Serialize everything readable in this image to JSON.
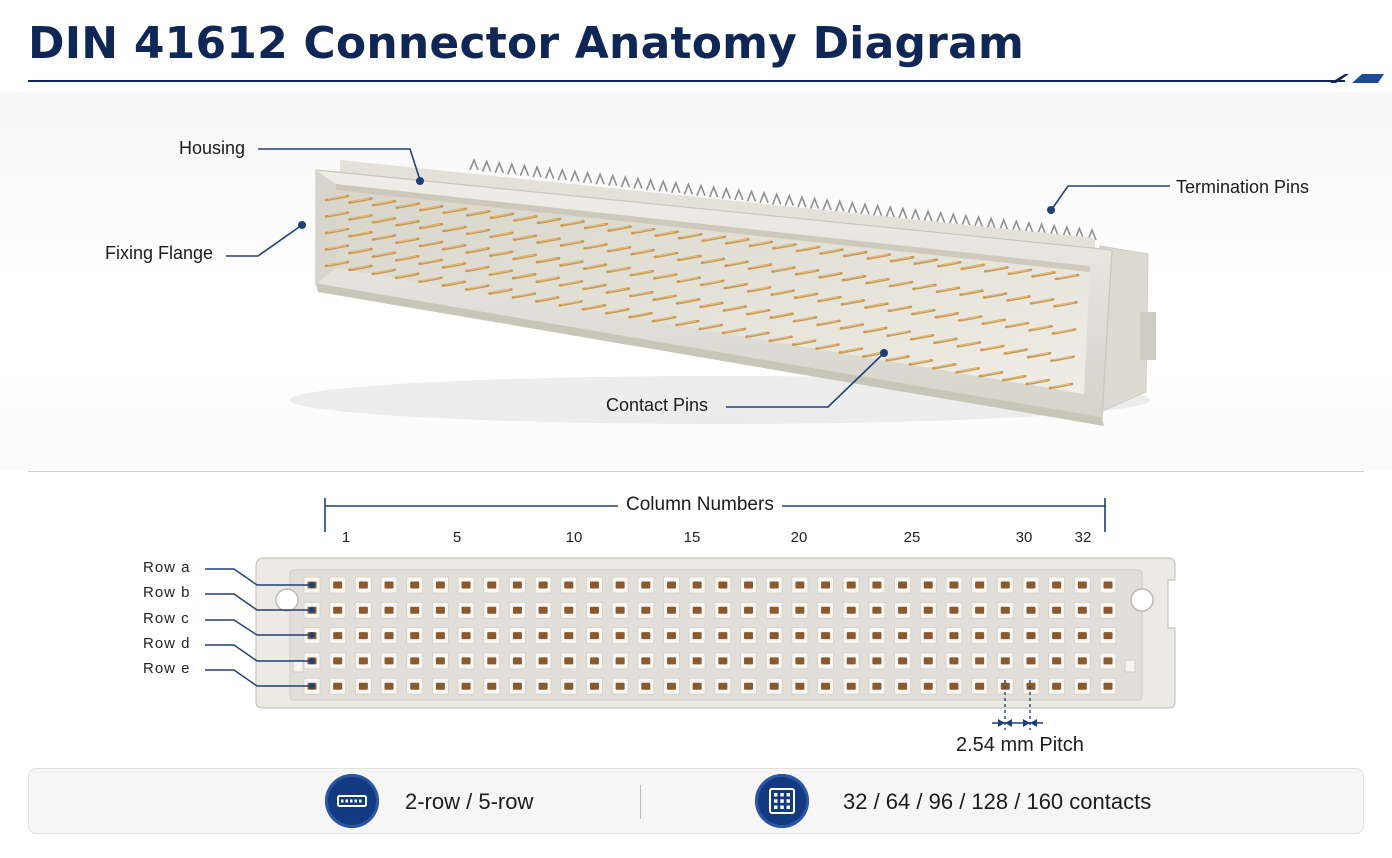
{
  "title": "DIN 41612 Connector Anatomy Diagram",
  "callouts": {
    "housing": "Housing",
    "fixing_flange": "Fixing Flange",
    "termination_pins": "Termination Pins",
    "contact_pins": "Contact Pins"
  },
  "front_view": {
    "column_heading": "Column Numbers",
    "column_labels": [
      "1",
      "5",
      "10",
      "15",
      "20",
      "25",
      "30",
      "32"
    ],
    "row_labels": [
      "Row  a",
      "Row  b",
      "Row  c",
      "Row  d",
      "Row  e"
    ],
    "pitch_label": "2.54 mm Pitch"
  },
  "footer": {
    "rows_text": "2-row / 5-row",
    "contacts_text": "32 / 64 / 96 / 128 / 160 contacts",
    "rows_icon": "connector-rows-icon",
    "contacts_icon": "contact-grid-icon"
  },
  "colors": {
    "accent": "#0f2756",
    "leader": "#1e3f78",
    "housing": "#ecebe4",
    "pin": "#c99a54"
  }
}
